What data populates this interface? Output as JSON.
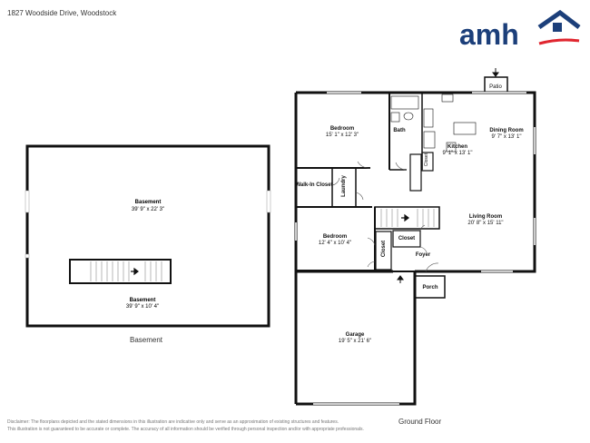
{
  "header": {
    "address": "1827 Woodside Drive, Woodstock"
  },
  "brand": {
    "logo_text": "amh",
    "primary_color": "#1c3f7a",
    "accent_color": "#e0262f"
  },
  "basement": {
    "floor_label": "Basement",
    "rooms": [
      {
        "name": "Basement",
        "dims": "39' 9\" x 22' 3\""
      },
      {
        "name": "Basement",
        "dims": "39' 9\" x 10' 4\""
      }
    ]
  },
  "ground_floor": {
    "floor_label": "Ground Floor",
    "rooms": {
      "patio": "Patio",
      "bedroom1": {
        "name": "Bedroom",
        "dims": "15' 1\" x 12' 3\""
      },
      "bath": "Bath",
      "dining": {
        "name": "Dining Room",
        "dims": "9' 7\" x 13' 1\""
      },
      "kitchen": {
        "name": "Kitchen",
        "dims": "9' 1\" x 13' 1\""
      },
      "closet_kitchen": "Closet",
      "walkin": "Walk-In Closet",
      "laundry": "Laundry",
      "living": {
        "name": "Living Room",
        "dims": "20' 8\" x 15' 11\""
      },
      "bedroom2": {
        "name": "Bedroom",
        "dims": "12' 4\" x 10' 4\""
      },
      "closet_bed2": "Closet",
      "closet_foyer": "Closet",
      "foyer": "Foyer",
      "porch": "Porch",
      "garage": {
        "name": "Garage",
        "dims": "19' 5\" x 21' 6\""
      }
    }
  },
  "disclaimer": [
    "Disclaimer: The floorplans depicted and the stated dimensions in this illustration are indicative only and serve as an approximation of existing structures and features.",
    "This illustration is not guaranteed to be accurate or complete. The accuracy of all information should be verified through personal inspection and/or with appropriate professionals."
  ]
}
